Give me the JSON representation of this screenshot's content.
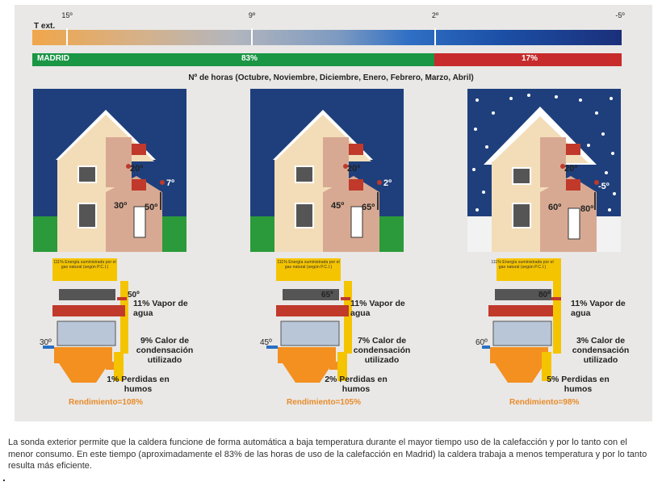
{
  "scale": {
    "t_ext_label": "T ext.",
    "ticks": [
      "15º",
      "9º",
      "2º",
      "-5º"
    ],
    "madrid_label": "MADRID",
    "pct_low": "83%",
    "pct_high": "17%",
    "hours_caption": "Nº de horas (Octubre, Noviembre, Diciembre, Enero, Febrero, Marzo, Abril)"
  },
  "colors": {
    "green": "#1a9645",
    "red": "#c72b2b",
    "orange": "#e88b2a",
    "sky": "#1f3f7c",
    "grass": "#2a9a3a"
  },
  "scenarios": [
    {
      "indoor": "20º",
      "outdoor": "7º",
      "return_temp": "30º",
      "flow_temp": "50º",
      "energy_note": "111% Energía suministrada por el gas natural (según P.C.I.)",
      "flow_label": "50º",
      "return_label": "30º",
      "vapor": "11% Vapor de agua",
      "condensation": "9% Calor de condensación utilizado",
      "losses": "1% Perdidas en humos",
      "rendimiento": "Rendimiento=108%"
    },
    {
      "indoor": "20º",
      "outdoor": "2º",
      "return_temp": "45º",
      "flow_temp": "65º",
      "energy_note": "111% Energía suministrada por el gas natural (según P.C.I.)",
      "flow_label": "65º",
      "return_label": "45º",
      "vapor": "11% Vapor de agua",
      "condensation": "7% Calor de condensación utilizado",
      "losses": "2% Perdidas en humos",
      "rendimiento": "Rendimiento=105%"
    },
    {
      "indoor": "20º",
      "outdoor": "-5º",
      "return_temp": "60º",
      "flow_temp": "80º",
      "energy_note": "111% Energía suministrada por el gas natural (según P.C.I.)",
      "flow_label": "80º",
      "return_label": "60º",
      "vapor": "11% Vapor de agua",
      "condensation": "3% Calor de condensación utilizado",
      "losses": "5% Perdidas en humos",
      "rendimiento": "Rendimiento=98%"
    }
  ],
  "caption": "La sonda exterior permite que la caldera funcione de forma automática a baja temperatura durante el mayor tiempo uso de la calefacción y por lo tanto con el menor consumo. En este tiempo (aproximadamente el 83% de las horas de uso de la calefacción en Madrid) la caldera trabaja a menos temperatura y por lo tanto resulta más eficiente."
}
